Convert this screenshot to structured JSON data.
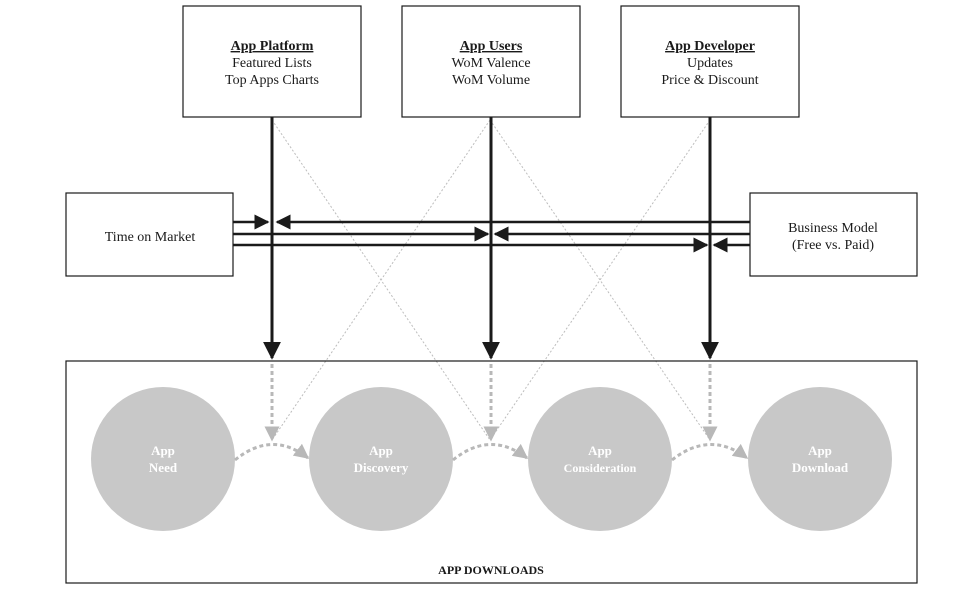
{
  "colors": {
    "line": "#1a1a1a",
    "dotted": "#b8b8b8",
    "circle": "#c8c8c8",
    "circle_text": "#ffffff"
  },
  "top_boxes": [
    {
      "title": "App Platform",
      "lines": [
        "Featured Lists",
        "Top Apps Charts"
      ]
    },
    {
      "title": "App Users",
      "lines": [
        "WoM Valence",
        "WoM Volume"
      ]
    },
    {
      "title": "App Developer",
      "lines": [
        "Updates",
        "Price & Discount"
      ]
    }
  ],
  "side_boxes": {
    "left": {
      "lines": [
        "Time on Market"
      ]
    },
    "right": {
      "lines": [
        "Business Model",
        "(Free vs. Paid)"
      ]
    }
  },
  "stages": [
    {
      "lines": [
        "App",
        "Need"
      ]
    },
    {
      "lines": [
        "App",
        "Discovery"
      ]
    },
    {
      "lines": [
        "App",
        "Consideration"
      ]
    },
    {
      "lines": [
        "App",
        "Download"
      ]
    }
  ],
  "bottom_label": "APP DOWNLOADS"
}
